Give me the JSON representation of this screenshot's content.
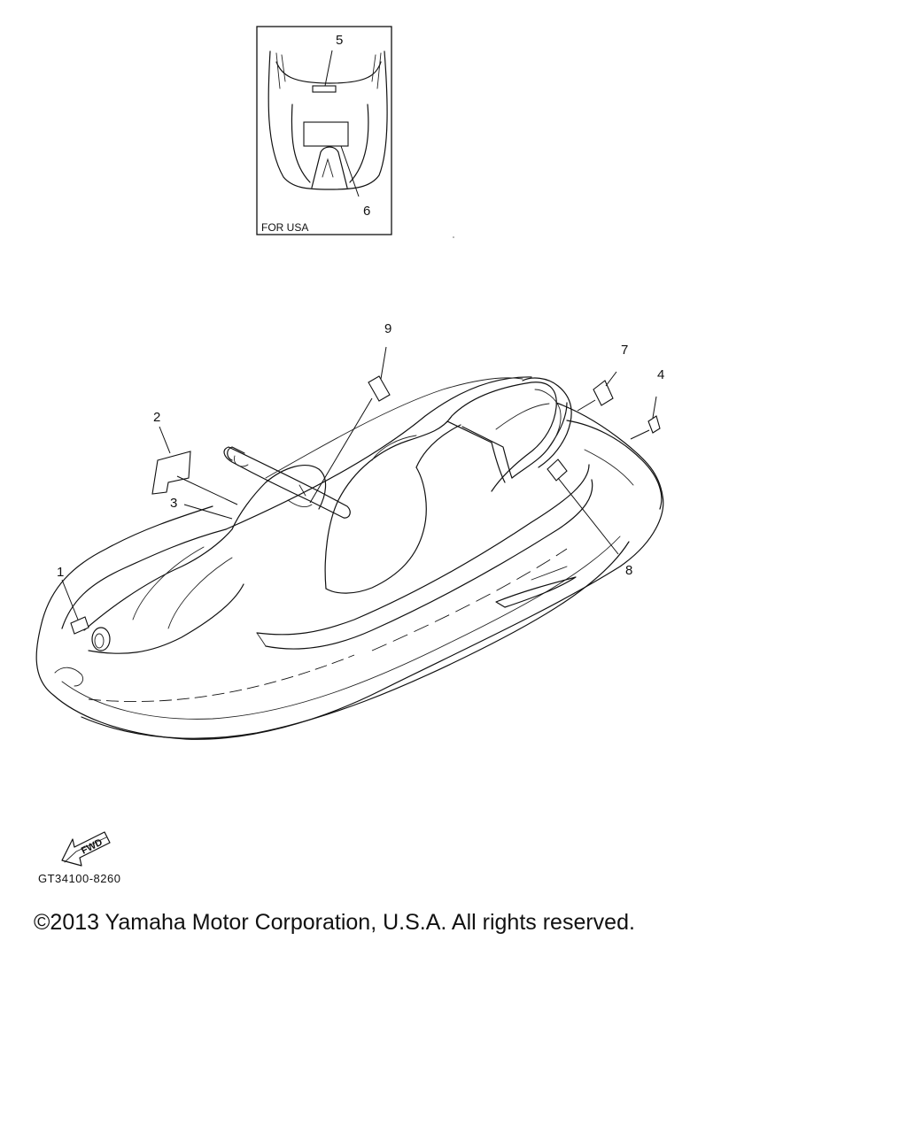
{
  "inset": {
    "label": "FOR USA",
    "callouts": [
      "5",
      "6"
    ]
  },
  "callouts": {
    "c1": "1",
    "c2": "2",
    "c3": "3",
    "c4": "4",
    "c5": "5",
    "c6": "6",
    "c7": "7",
    "c8": "8",
    "c9": "9"
  },
  "fwd_label": "FWD",
  "part_code": "GT34100-8260",
  "copyright": "©2013 Yamaha Motor Corporation, U.S.A. All rights reserved."
}
